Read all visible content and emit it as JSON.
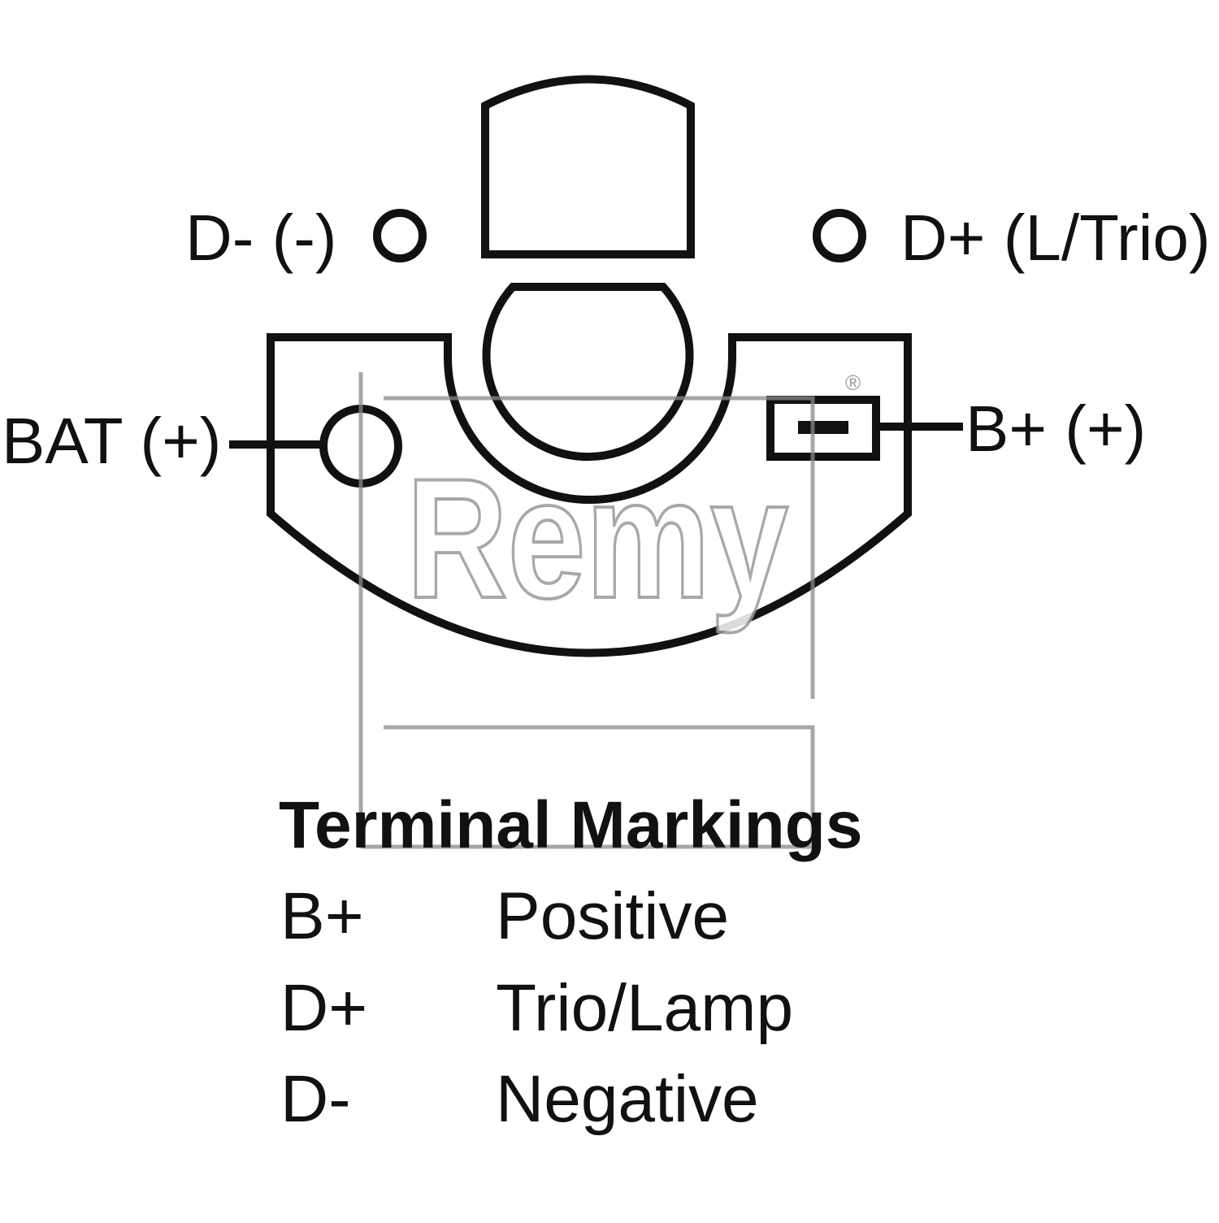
{
  "terminals": {
    "d_minus": "D- (-)",
    "d_plus": "D+ (L/Trio)",
    "bat": "BAT (+)",
    "b_plus": "B+ (+)"
  },
  "watermark": {
    "brand": "Remy",
    "registered": "®"
  },
  "legend": {
    "title": "Terminal Markings",
    "rows": [
      {
        "code": "B+",
        "meaning": "Positive"
      },
      {
        "code": "D+",
        "meaning": "Trio/Lamp"
      },
      {
        "code": "D-",
        "meaning": "Negative"
      }
    ]
  },
  "colors": {
    "ink": "#111111",
    "watermark": "#9a9a9a",
    "background": "#ffffff"
  }
}
